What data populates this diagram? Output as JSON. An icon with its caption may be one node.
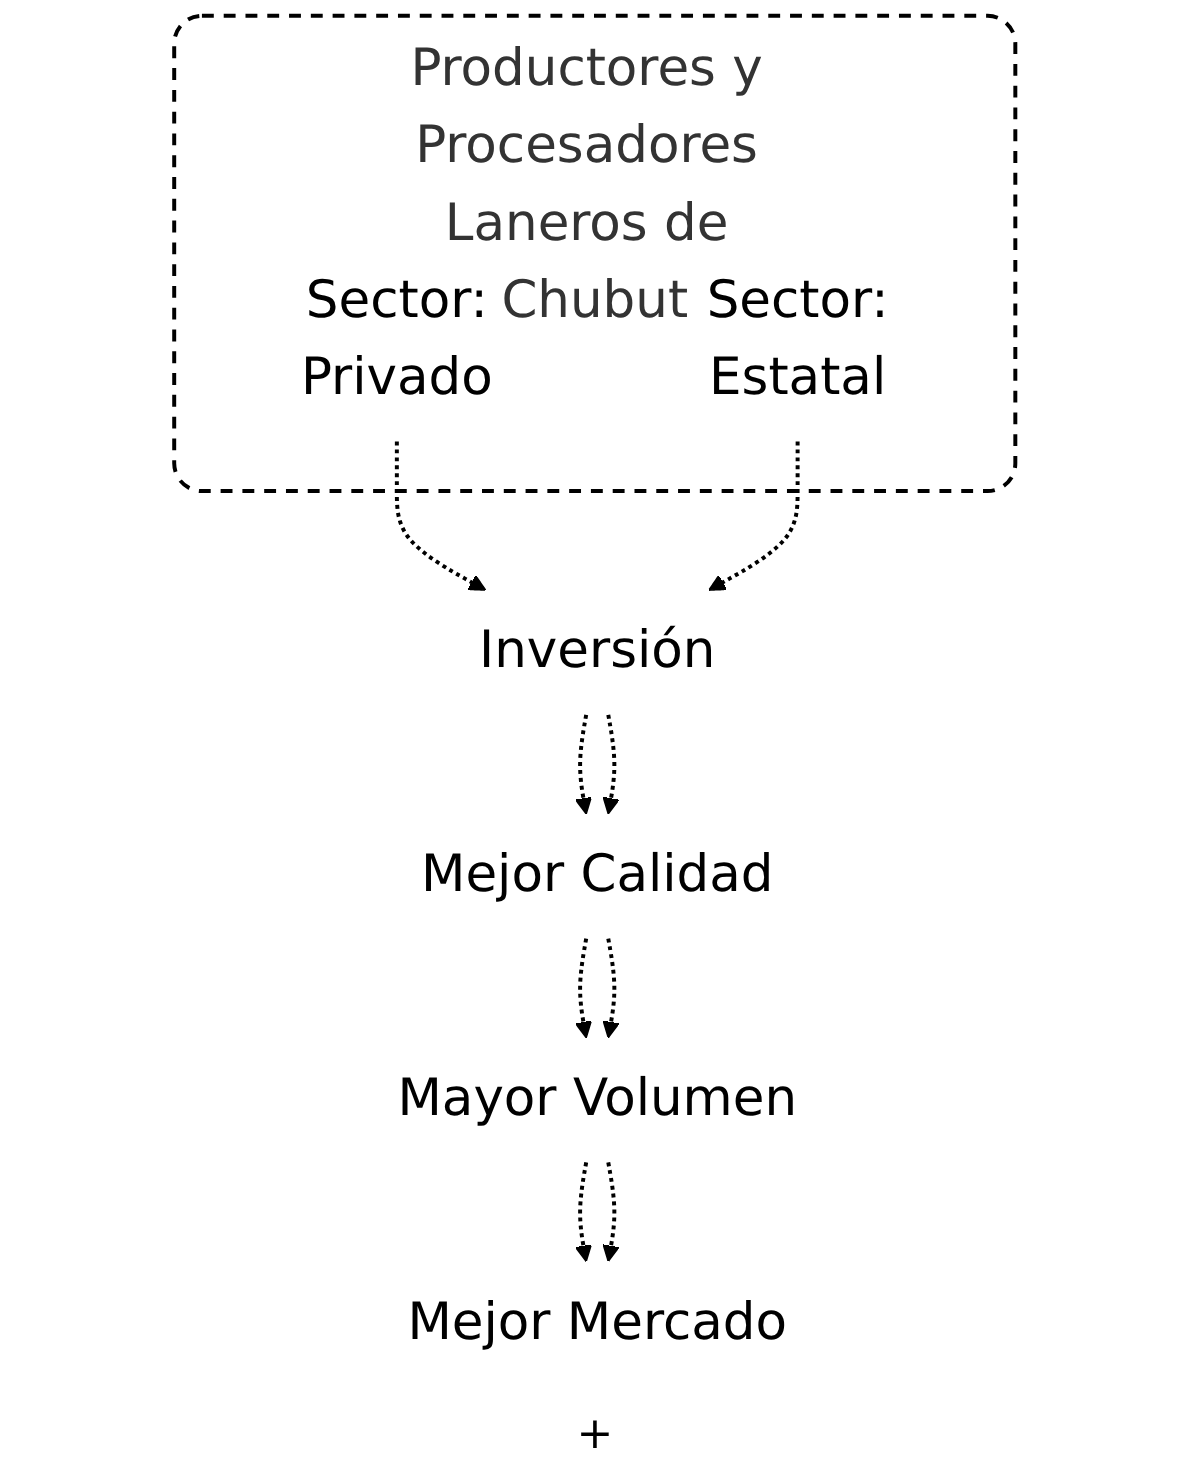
{
  "diagram": {
    "nodes": [
      {
        "text": [
          "Productores y Procesadores Laneros de Chubut"
        ]
      },
      {
        "text": [
          "Sector:",
          "Privado"
        ],
        "in": 0
      },
      {
        "text": [
          "Sector:",
          "Estatal"
        ],
        "in": 0
      },
      {
        "text": [
          "Inversión"
        ]
      },
      {
        "text": [
          "Mejor Calidad"
        ]
      },
      {
        "text": [
          "Mayor Volumen"
        ]
      },
      {
        "text": [
          "Mejor Mercado"
        ]
      }
    ],
    "edges": [
      {
        "from": 1,
        "to": 3,
        "arrow": "to",
        "style": "dashed"
      },
      {
        "from": 2,
        "to": 3,
        "arrow": "to",
        "style": "dashed"
      },
      {
        "from": 3,
        "to": 4,
        "arrow": "to",
        "style": "dashed"
      },
      {
        "from": 3,
        "to": 4,
        "arrow": "to",
        "style": "dashed"
      },
      {
        "from": 4,
        "to": 5,
        "arrow": "to",
        "style": "dashed"
      },
      {
        "from": 4,
        "to": 5,
        "arrow": "to",
        "style": "dashed"
      },
      {
        "from": 5,
        "to": 6,
        "arrow": "to",
        "style": "dashed"
      },
      {
        "from": 5,
        "to": 6,
        "arrow": "to",
        "style": "dashed"
      }
    ],
    "labels": [
      "+"
    ]
  }
}
